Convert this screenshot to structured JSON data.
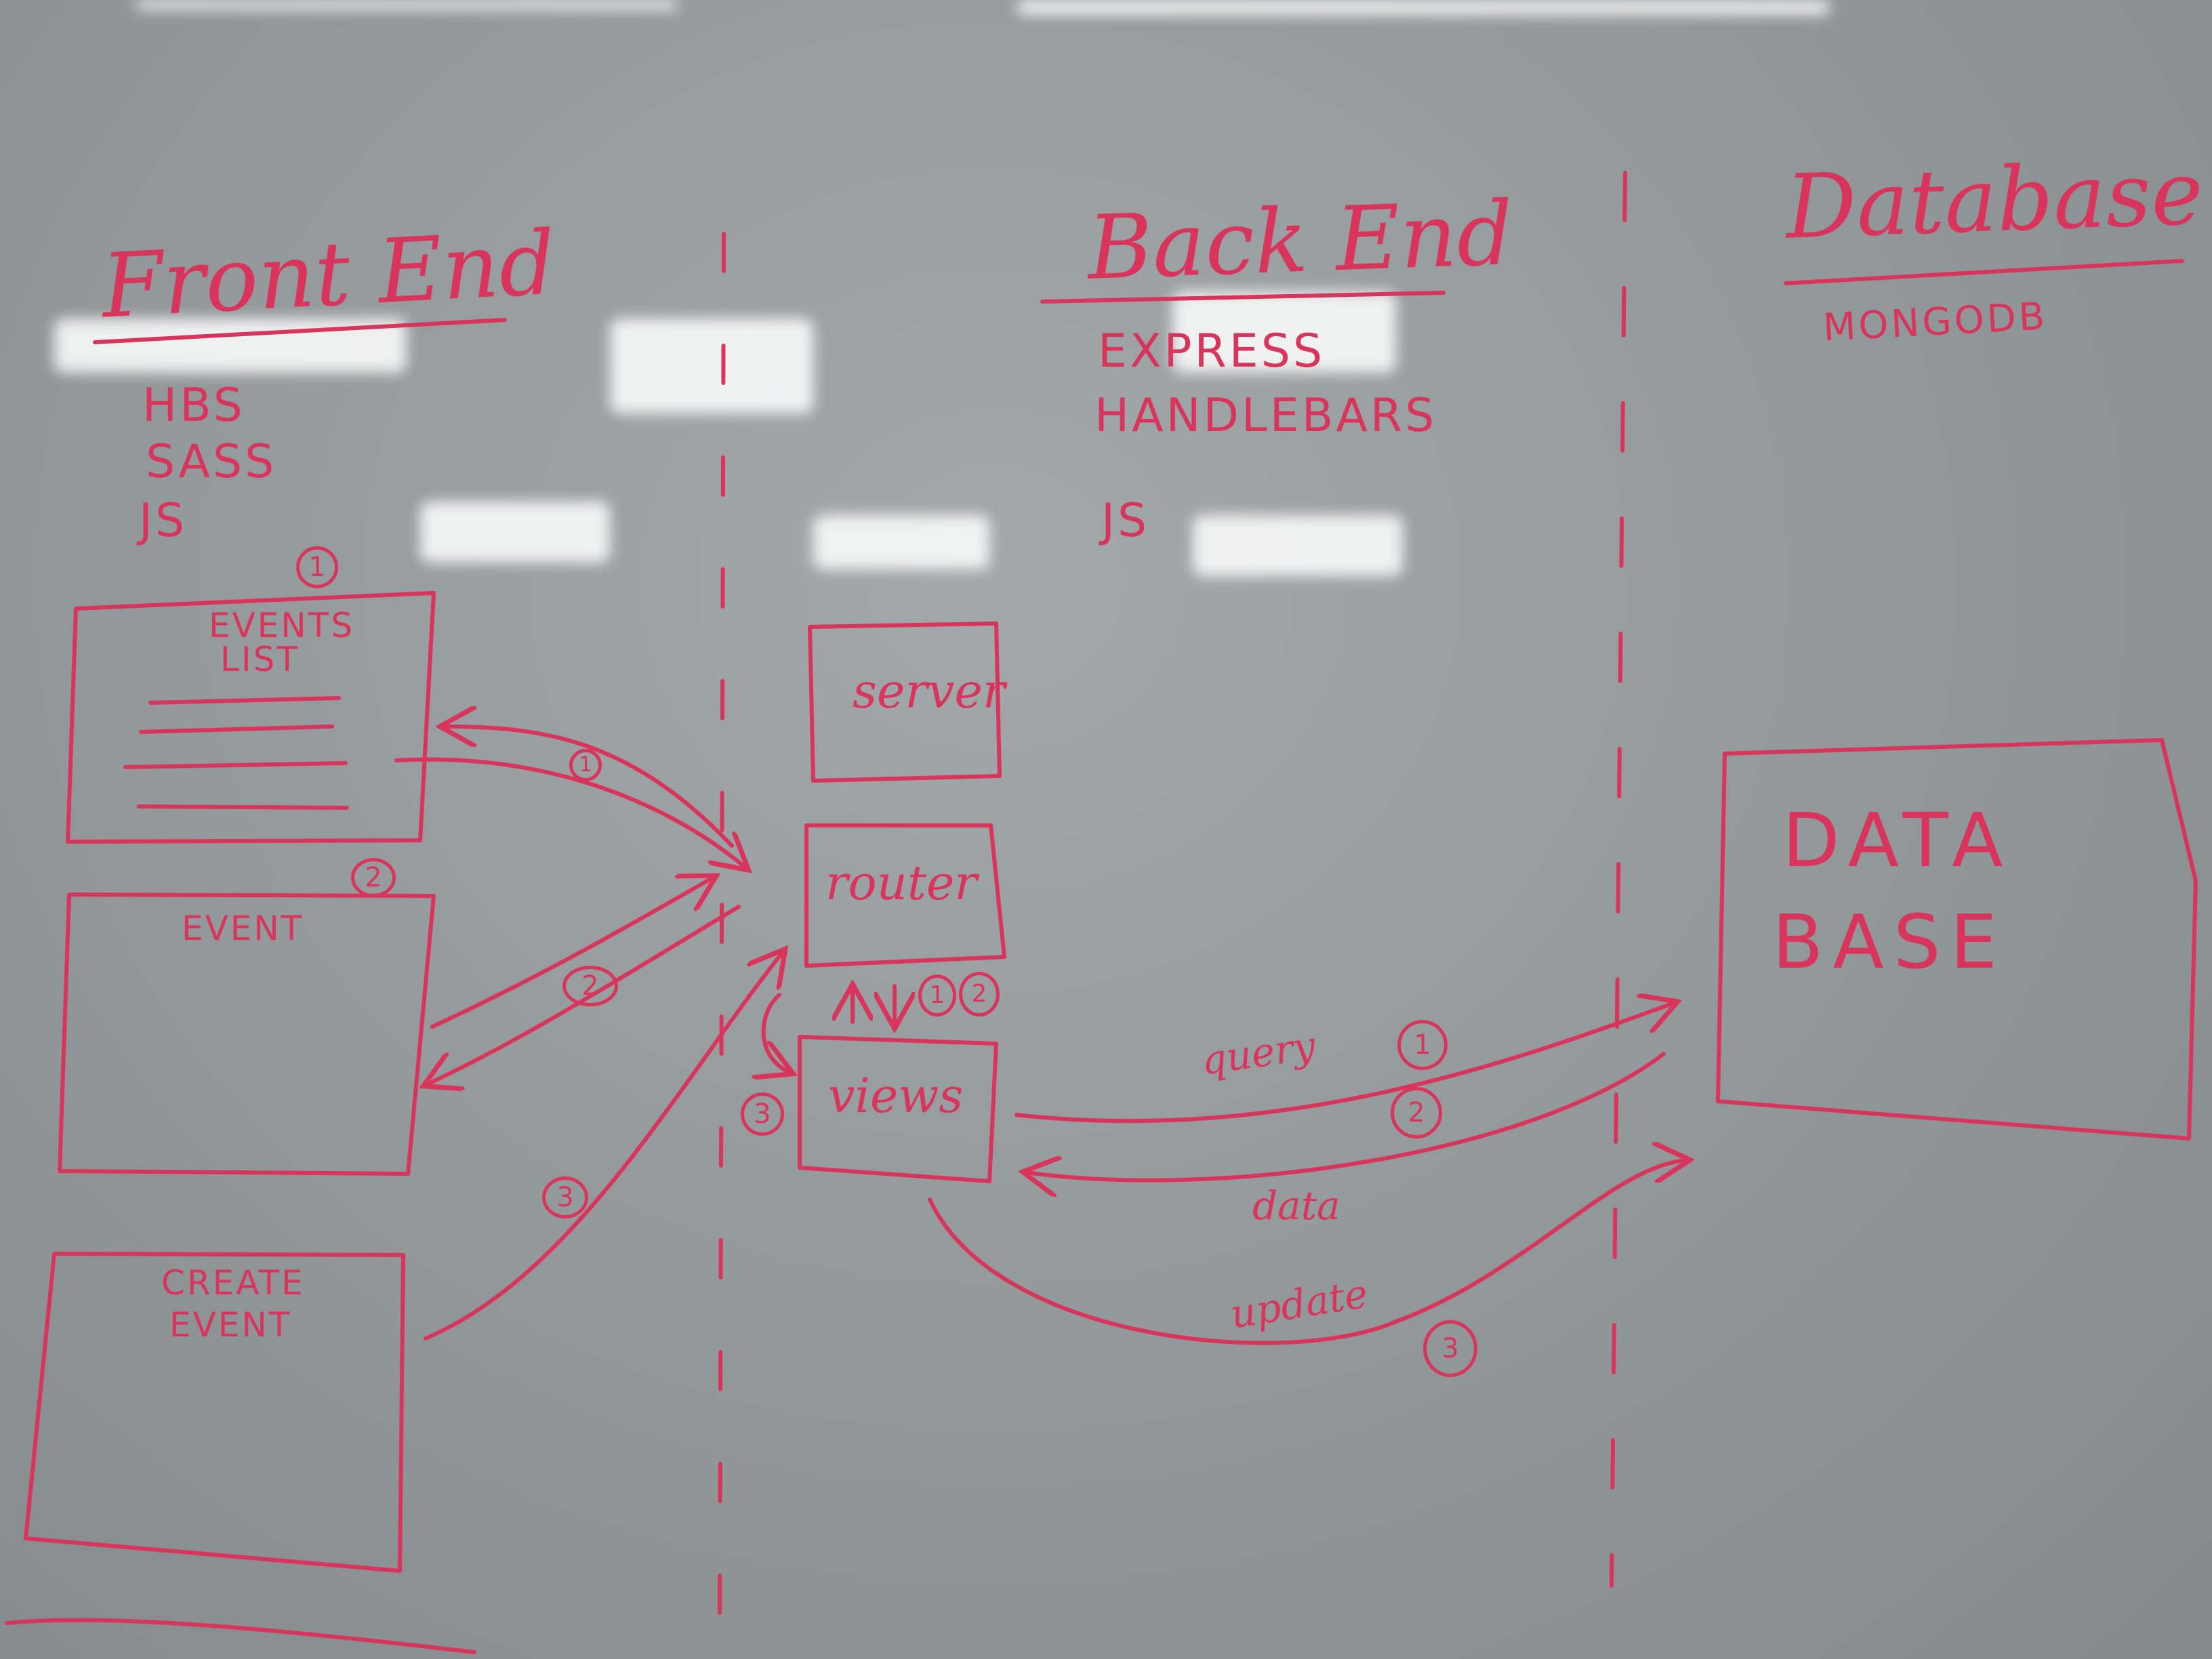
{
  "columns": {
    "front_end": {
      "heading": "Front End",
      "tech": [
        "HBS",
        "SASS",
        "JS"
      ]
    },
    "back_end": {
      "heading": "Back End",
      "tech": [
        "EXPRESS",
        "HANDLEBARS",
        "JS"
      ]
    },
    "database": {
      "heading": "Database",
      "tech": [
        "MONGODB"
      ]
    }
  },
  "pages": {
    "events_list": {
      "title_line1": "EVENTS",
      "title_line2": "LIST",
      "step": "1"
    },
    "event": {
      "title": "EVENT",
      "step": "2"
    },
    "create_event": {
      "title_line1": "CREATE",
      "title_line2": "EVENT"
    }
  },
  "components": {
    "server": "server",
    "router": "router",
    "views": "views",
    "database_line1": "DATA",
    "database_line2": "BASE"
  },
  "steps": {
    "one": "1",
    "two": "2",
    "three": "3"
  },
  "edges": {
    "query": "query",
    "data": "data",
    "update": "update"
  },
  "ink_color": "#d8345c"
}
